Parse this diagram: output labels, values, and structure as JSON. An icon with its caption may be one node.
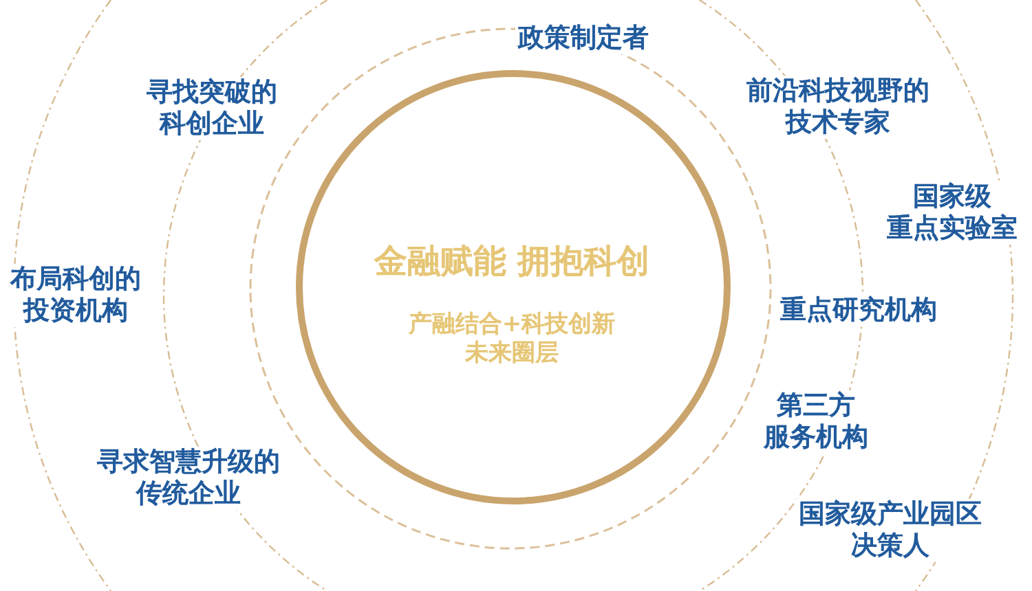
{
  "diagram": {
    "nodes": [
      {
        "text": [
          "金融赋能 拥抱科创",
          "产融结合+科技创新未来圈层"
        ]
      }
    ],
    "labels": [
      "政策制定者",
      "寻找突破的科创企业",
      "前沿科技视野的技术专家",
      "国家级重点实验室",
      "布局科创的投资机构",
      "重点研究机构",
      "第三方服务机构",
      "寻求智慧升级的传统企业",
      "国家级产业园区决策人"
    ]
  }
}
